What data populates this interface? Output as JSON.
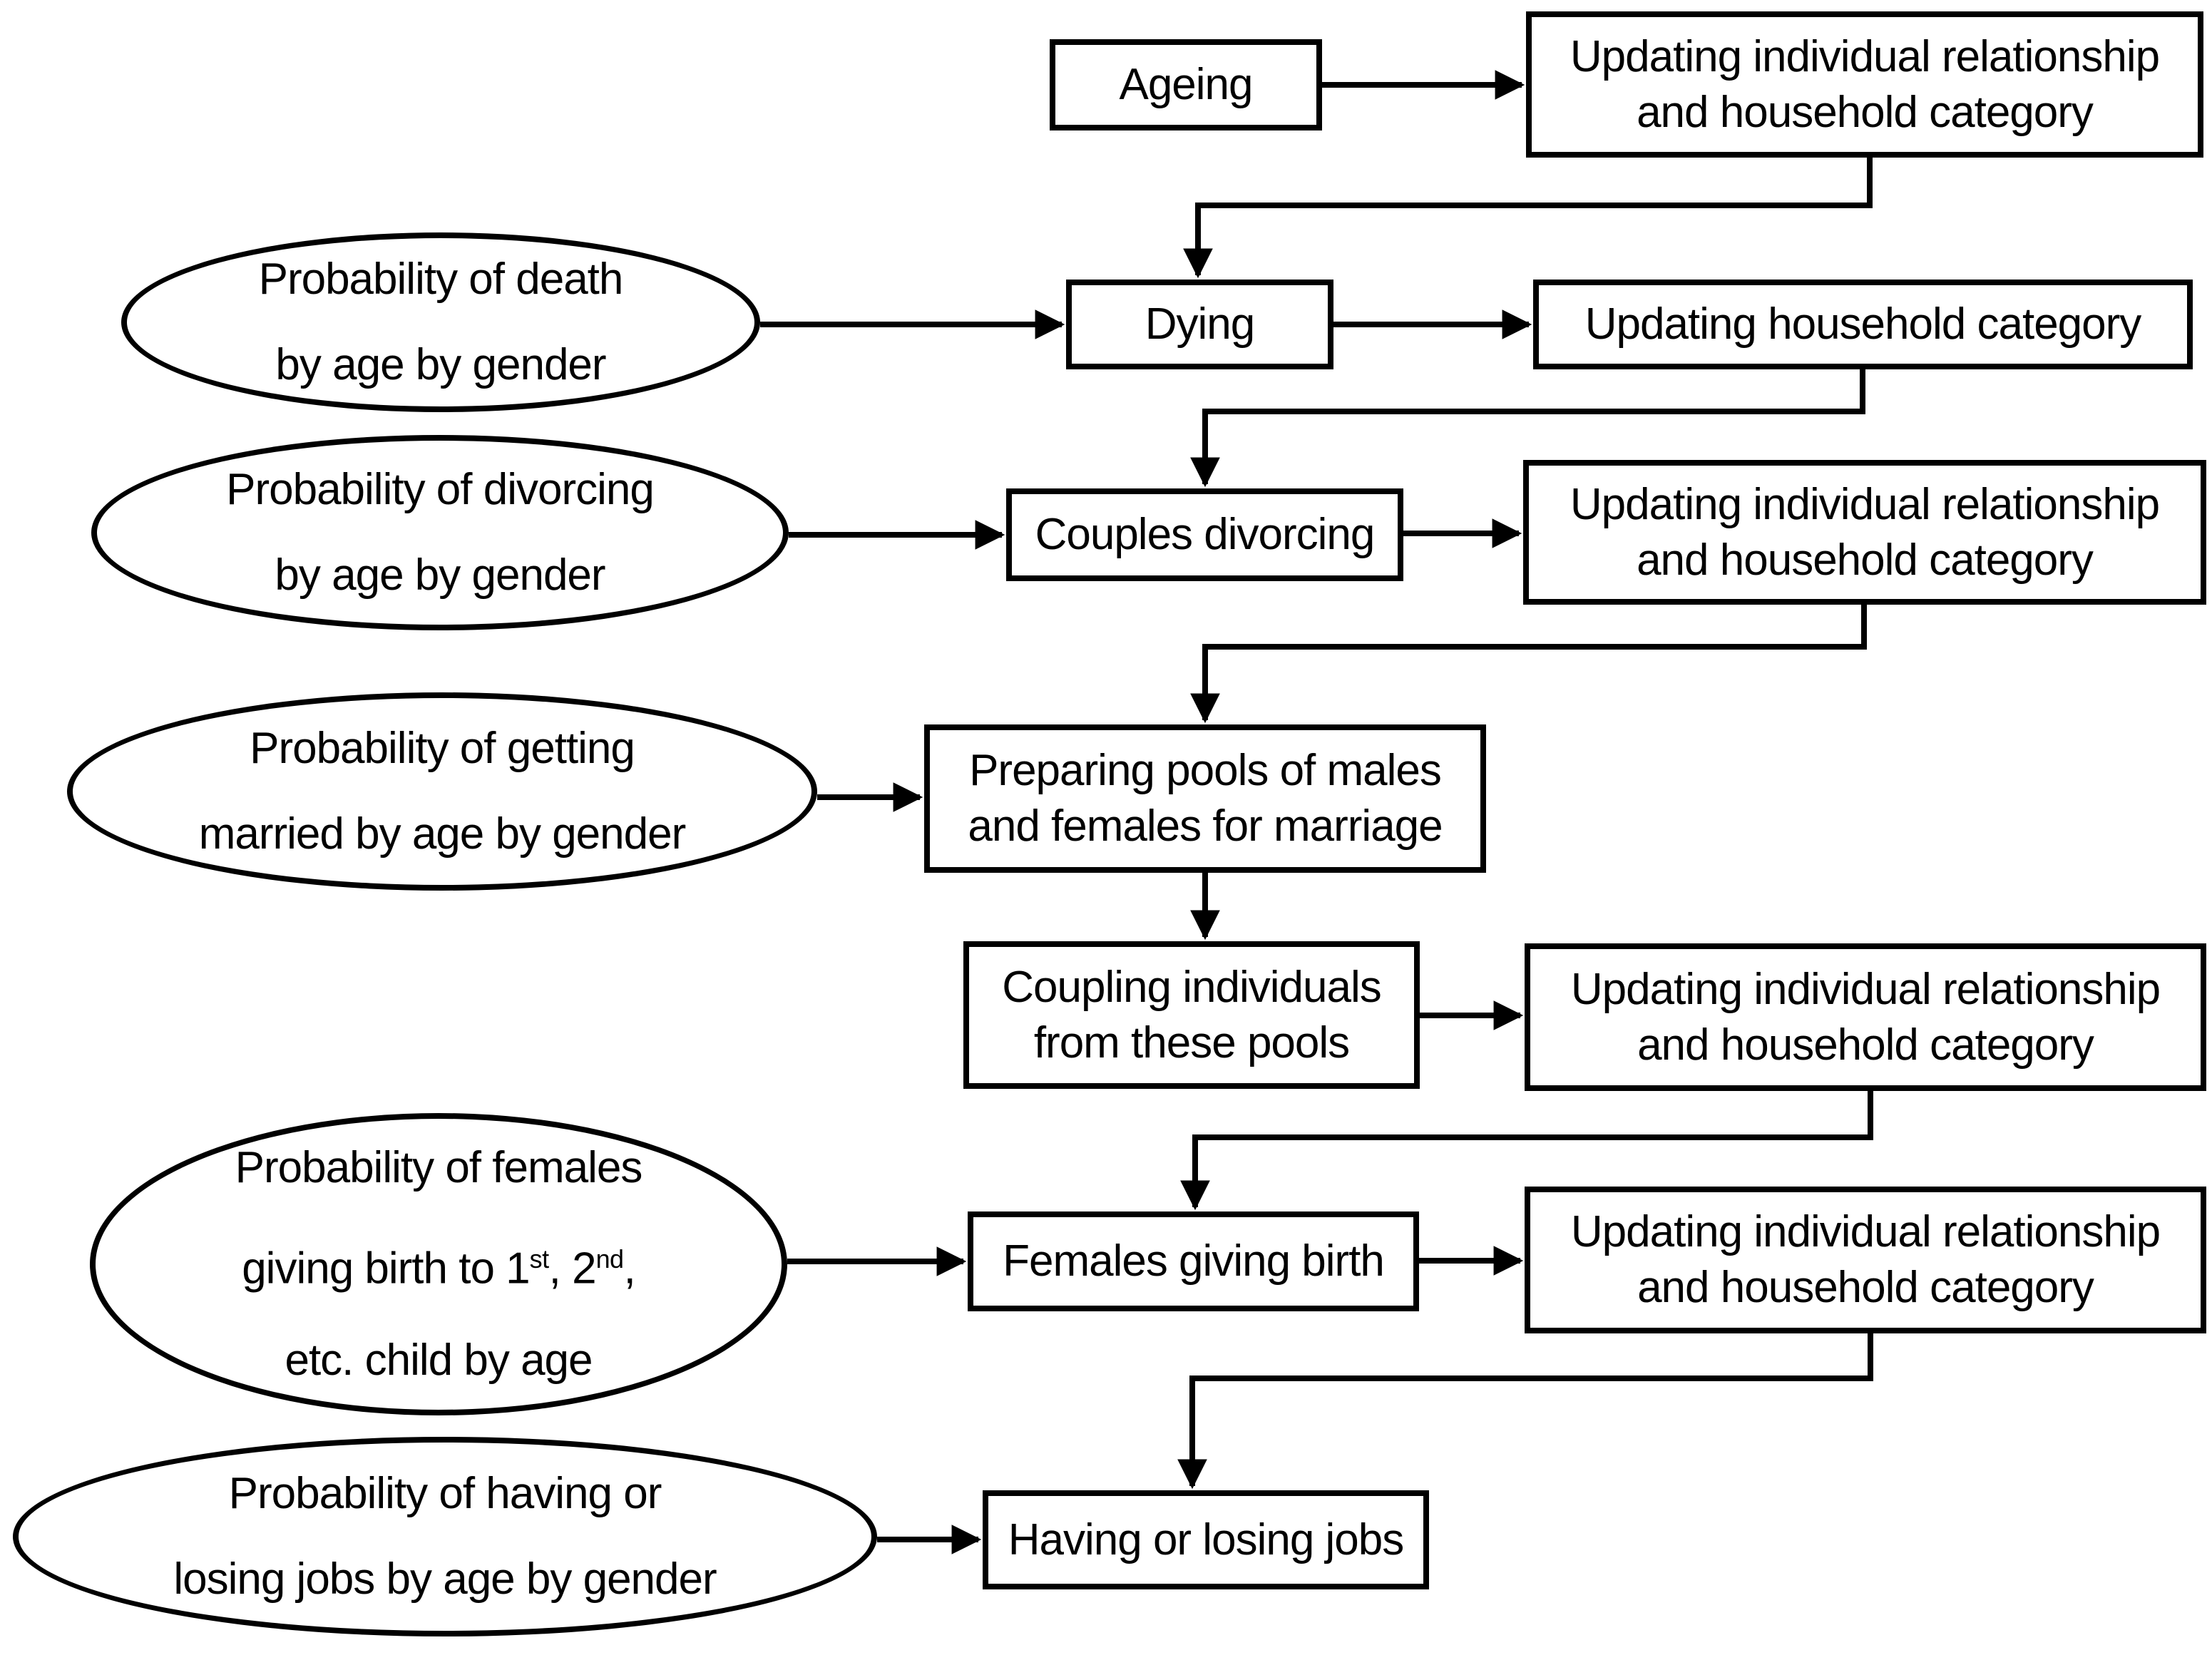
{
  "colors": {
    "line": "#000000",
    "background": "#ffffff",
    "text": "#000000"
  },
  "nodes": {
    "ageing": {
      "label": "Ageing"
    },
    "updating1": {
      "line1": "Updating individual relationship",
      "line2": "and household category"
    },
    "dying": {
      "label": "Dying"
    },
    "updatingHousehold": {
      "label": "Updating household category"
    },
    "couplesDivorcing": {
      "label": "Couples divorcing"
    },
    "updating2": {
      "line1": "Updating individual relationship",
      "line2": "and household category"
    },
    "preparingPools": {
      "line1": "Preparing pools of males",
      "line2": "and females for marriage"
    },
    "couplingIndividuals": {
      "line1": "Coupling individuals",
      "line2": "from these pools"
    },
    "updating3": {
      "line1": "Updating individual relationship",
      "line2": "and household category"
    },
    "femalesGivingBirth": {
      "label": "Females giving birth"
    },
    "updating4": {
      "line1": "Updating individual relationship",
      "line2": "and household category"
    },
    "havingLosingJobs": {
      "label": "Having or losing jobs"
    }
  },
  "ellipses": {
    "deathProbability": {
      "line1": "Probability of death",
      "line2": "by age by gender"
    },
    "divorceProbability": {
      "line1": "Probability of divorcing",
      "line2": "by age by gender"
    },
    "marriageProbability": {
      "line1": "Probability of getting",
      "line2": "married by age by gender"
    },
    "birthProbability": {
      "line1": "Probability of females",
      "line2_start": "giving birth to 1",
      "line2_sup1": "st",
      "line2_mid": ", 2",
      "line2_sup2": "nd",
      "line2_end": ",",
      "line3": "etc. child by age"
    },
    "jobsProbability": {
      "line1": "Probability of having or",
      "line2": "losing jobs by age by gender"
    }
  }
}
